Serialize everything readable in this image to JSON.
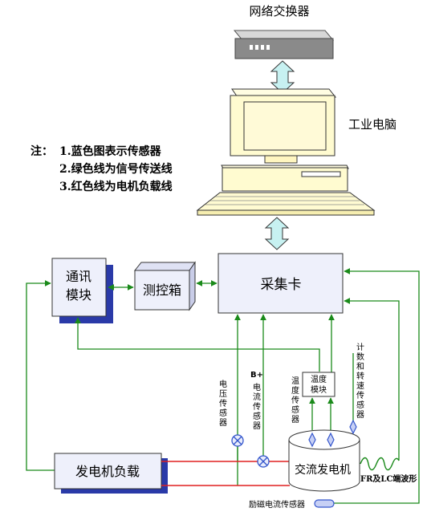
{
  "diagram": {
    "switch_label": "网络交换器",
    "pc_label": "工业电脑",
    "notes": {
      "prefix": "注：",
      "lines": [
        "1.蓝色图表示传感器",
        "2.绿色线为信号传送线",
        "3.红色线为电机负载线"
      ]
    },
    "comm_module": [
      "通讯",
      "模块"
    ],
    "control_box": "测控箱",
    "acq_card": "采集卡",
    "generator_load": "发电机负载",
    "alternator": "交流发电机",
    "temp_module": [
      "温度",
      "模块"
    ],
    "voltage_sensor": "电压传感器",
    "current_sensor_prefix": "B+",
    "current_sensor": "电流传感器",
    "temp_sensor": "温度传感器",
    "speed_sensor": "计数和转速传感器",
    "excitation_sensor": "励磁电流传感器",
    "waveform_label": "FR及LC端波形"
  },
  "colors": {
    "signal_line": "#1a8a1a",
    "load_line": "#e02020",
    "sensor_blue": "#3355cc",
    "box_fill": "#eef0fb",
    "shadow": "#2a3aa8",
    "arrow_fill": "#c7f1f1"
  }
}
